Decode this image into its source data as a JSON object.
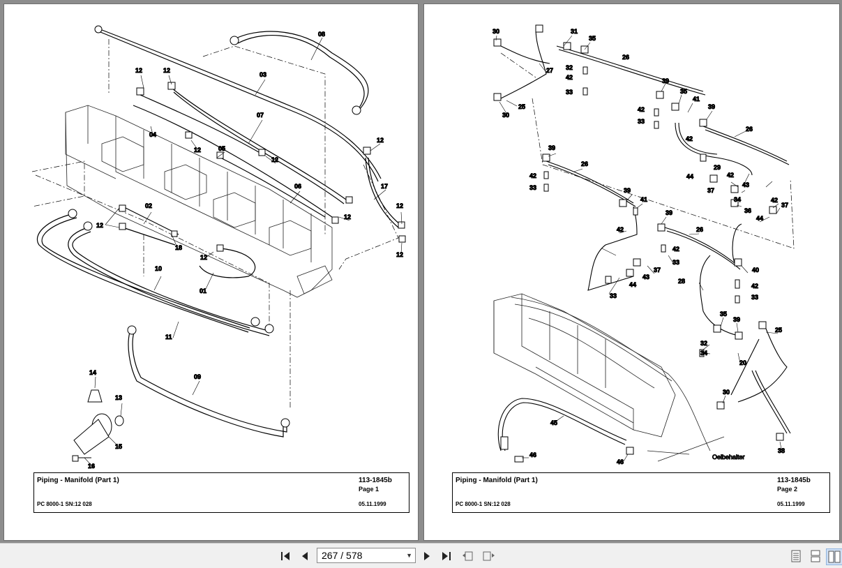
{
  "pages": [
    {
      "title": "Piping - Manifold (Part 1)",
      "doc_number": "113-1845b",
      "page_label": "Page 1",
      "machine": "PC 8000-1 SN:12 028",
      "date": "05.11.1999",
      "callouts": [
        "08",
        "03",
        "12",
        "12",
        "07",
        "04",
        "05",
        "12",
        "12",
        "12",
        "17",
        "06",
        "02",
        "12",
        "18",
        "12",
        "12",
        "12",
        "12",
        "10",
        "01",
        "11",
        "09",
        "14",
        "13",
        "15",
        "16"
      ]
    },
    {
      "title": "Piping - Manifold (Part 1)",
      "doc_number": "113-1845b",
      "page_label": "Page 2",
      "machine": "PC 8000-1 SN:12 028",
      "date": "05.11.1999",
      "callouts": [
        "30",
        "31",
        "35",
        "26",
        "27",
        "32",
        "42",
        "33",
        "25",
        "30",
        "39",
        "35",
        "41",
        "42",
        "33",
        "39",
        "26",
        "42",
        "29",
        "44",
        "37",
        "42",
        "43",
        "34",
        "36",
        "37",
        "42",
        "44",
        "39",
        "26",
        "42",
        "33",
        "39",
        "41",
        "42",
        "39",
        "26",
        "42",
        "37",
        "44",
        "43",
        "33",
        "33",
        "40",
        "42",
        "33",
        "28",
        "35",
        "39",
        "25",
        "32",
        "34",
        "20",
        "30",
        "45",
        "46",
        "46",
        "38"
      ],
      "note_label": "Oelbehalter"
    }
  ],
  "toolbar": {
    "page_indicator": "267 / 578",
    "first_icon": "first-page-icon",
    "prev_icon": "previous-page-icon",
    "next_icon": "next-page-icon",
    "last_icon": "last-page-icon"
  }
}
